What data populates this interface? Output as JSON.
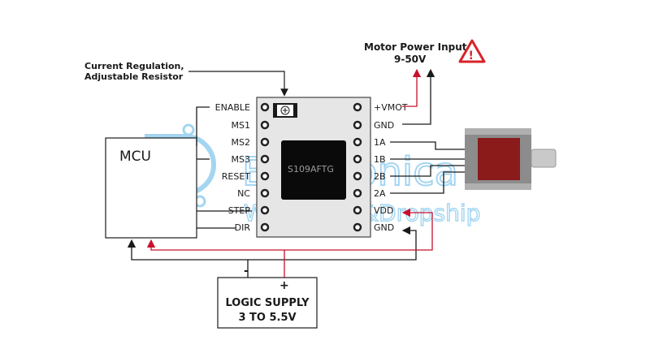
{
  "annotation": {
    "line1": "Current Regulation,",
    "line2": "Adjustable Resistor"
  },
  "motor_power": {
    "line1": "Motor Power Input",
    "line2": "9-50V",
    "warning_icon": "warning-triangle-icon"
  },
  "mcu": {
    "label": "MCU"
  },
  "chip": {
    "label": "S109AFTG"
  },
  "left_pins": [
    "ENABLE",
    "MS1",
    "MS2",
    "MS3",
    "RESET",
    "NC",
    "STEP",
    "DIR"
  ],
  "right_pins": [
    "+VMOT",
    "GND",
    "1A",
    "1B",
    "2B",
    "2A",
    "VDD",
    "GND"
  ],
  "logic_supply": {
    "line1": "LOGIC SUPPLY",
    "line2": "3 TO 5.5V",
    "minus": "-",
    "plus": "+"
  },
  "watermark": {
    "line1": "Electronica",
    "line2": "Wholesale&Dropship"
  },
  "colors": {
    "wire": "#1a1a1a",
    "power_wire": "#c8102e",
    "watermark": "#5ab4e6",
    "board": "#e6e6e6",
    "chip": "#0a0a0a"
  }
}
